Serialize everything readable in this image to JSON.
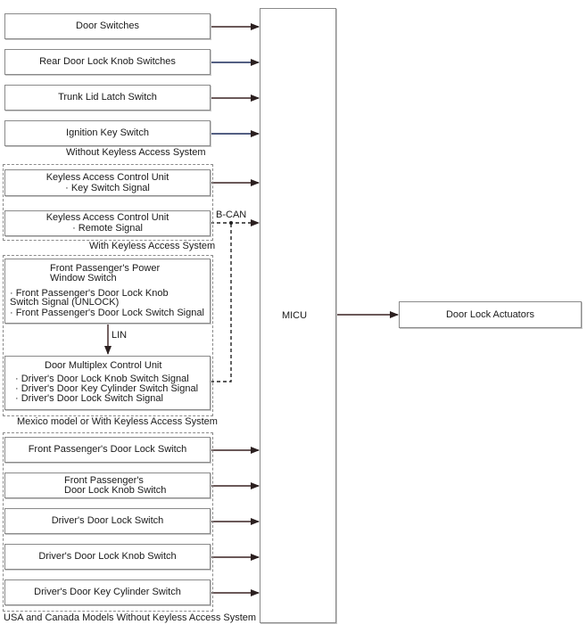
{
  "inputs": {
    "door_switches": "Door Switches",
    "rear_knob": "Rear Door Lock Knob Switches",
    "trunk": "Trunk Lid Latch Switch",
    "ignition": "Ignition Key Switch"
  },
  "groups": {
    "without_keyless": "Without Keyless Access System",
    "with_keyless": "With Keyless Access System",
    "mexico": "Mexico model or With Keyless Access System",
    "usa_canada": "USA and Canada Models Without Keyless Access System"
  },
  "keyless_key": {
    "title": "Keyless Access Control Unit",
    "signal": "· Key Switch Signal"
  },
  "keyless_remote": {
    "title": "Keyless Access Control Unit",
    "signal": "· Remote Signal"
  },
  "bcan": "B-CAN",
  "lin": "LIN",
  "fp_power": {
    "title1": "Front Passenger's Power",
    "title2": "Window Switch",
    "s1": "· Front Passenger's Door Lock Knob",
    "s2": "Switch Signal (UNLOCK)",
    "s3": "· Front Passenger's Door Lock Switch Signal"
  },
  "dmcu": {
    "title": "Door Multiplex Control Unit",
    "s1": "· Driver's Door Lock Knob Switch Signal",
    "s2": "· Driver's Door Key Cylinder Switch Signal",
    "s3": "· Driver's Door Lock Switch Signal"
  },
  "usa": {
    "fp_lock": "Front Passenger's Door Lock Switch",
    "fp_knob1": "Front Passenger's",
    "fp_knob2": "Door Lock Knob Switch",
    "drv_lock": "Driver's Door Lock Switch",
    "drv_knob": "Driver's Door Lock Knob Switch",
    "drv_cyl": "Driver's Door Key Cylinder Switch"
  },
  "micu": "MICU",
  "output": "Door Lock Actuators"
}
